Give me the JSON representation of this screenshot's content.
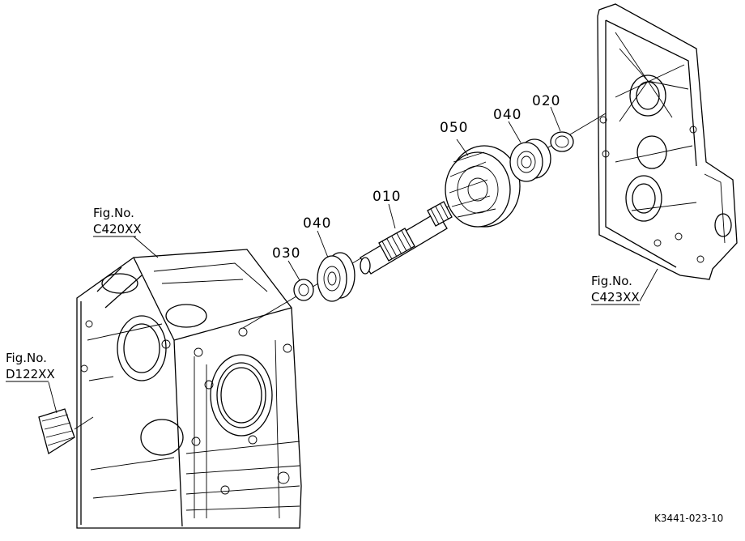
{
  "diagram": {
    "figure_references": [
      {
        "line1": "Fig.No.",
        "line2": "C420XX"
      },
      {
        "line1": "Fig.No.",
        "line2": "D122XX"
      },
      {
        "line1": "Fig.No.",
        "line2": "C423XX"
      }
    ],
    "parts": [
      {
        "number": "010"
      },
      {
        "number": "020"
      },
      {
        "number": "030"
      },
      {
        "number": "040"
      },
      {
        "number": "040"
      },
      {
        "number": "050"
      }
    ],
    "drawing_code": "K3441-023-10"
  }
}
